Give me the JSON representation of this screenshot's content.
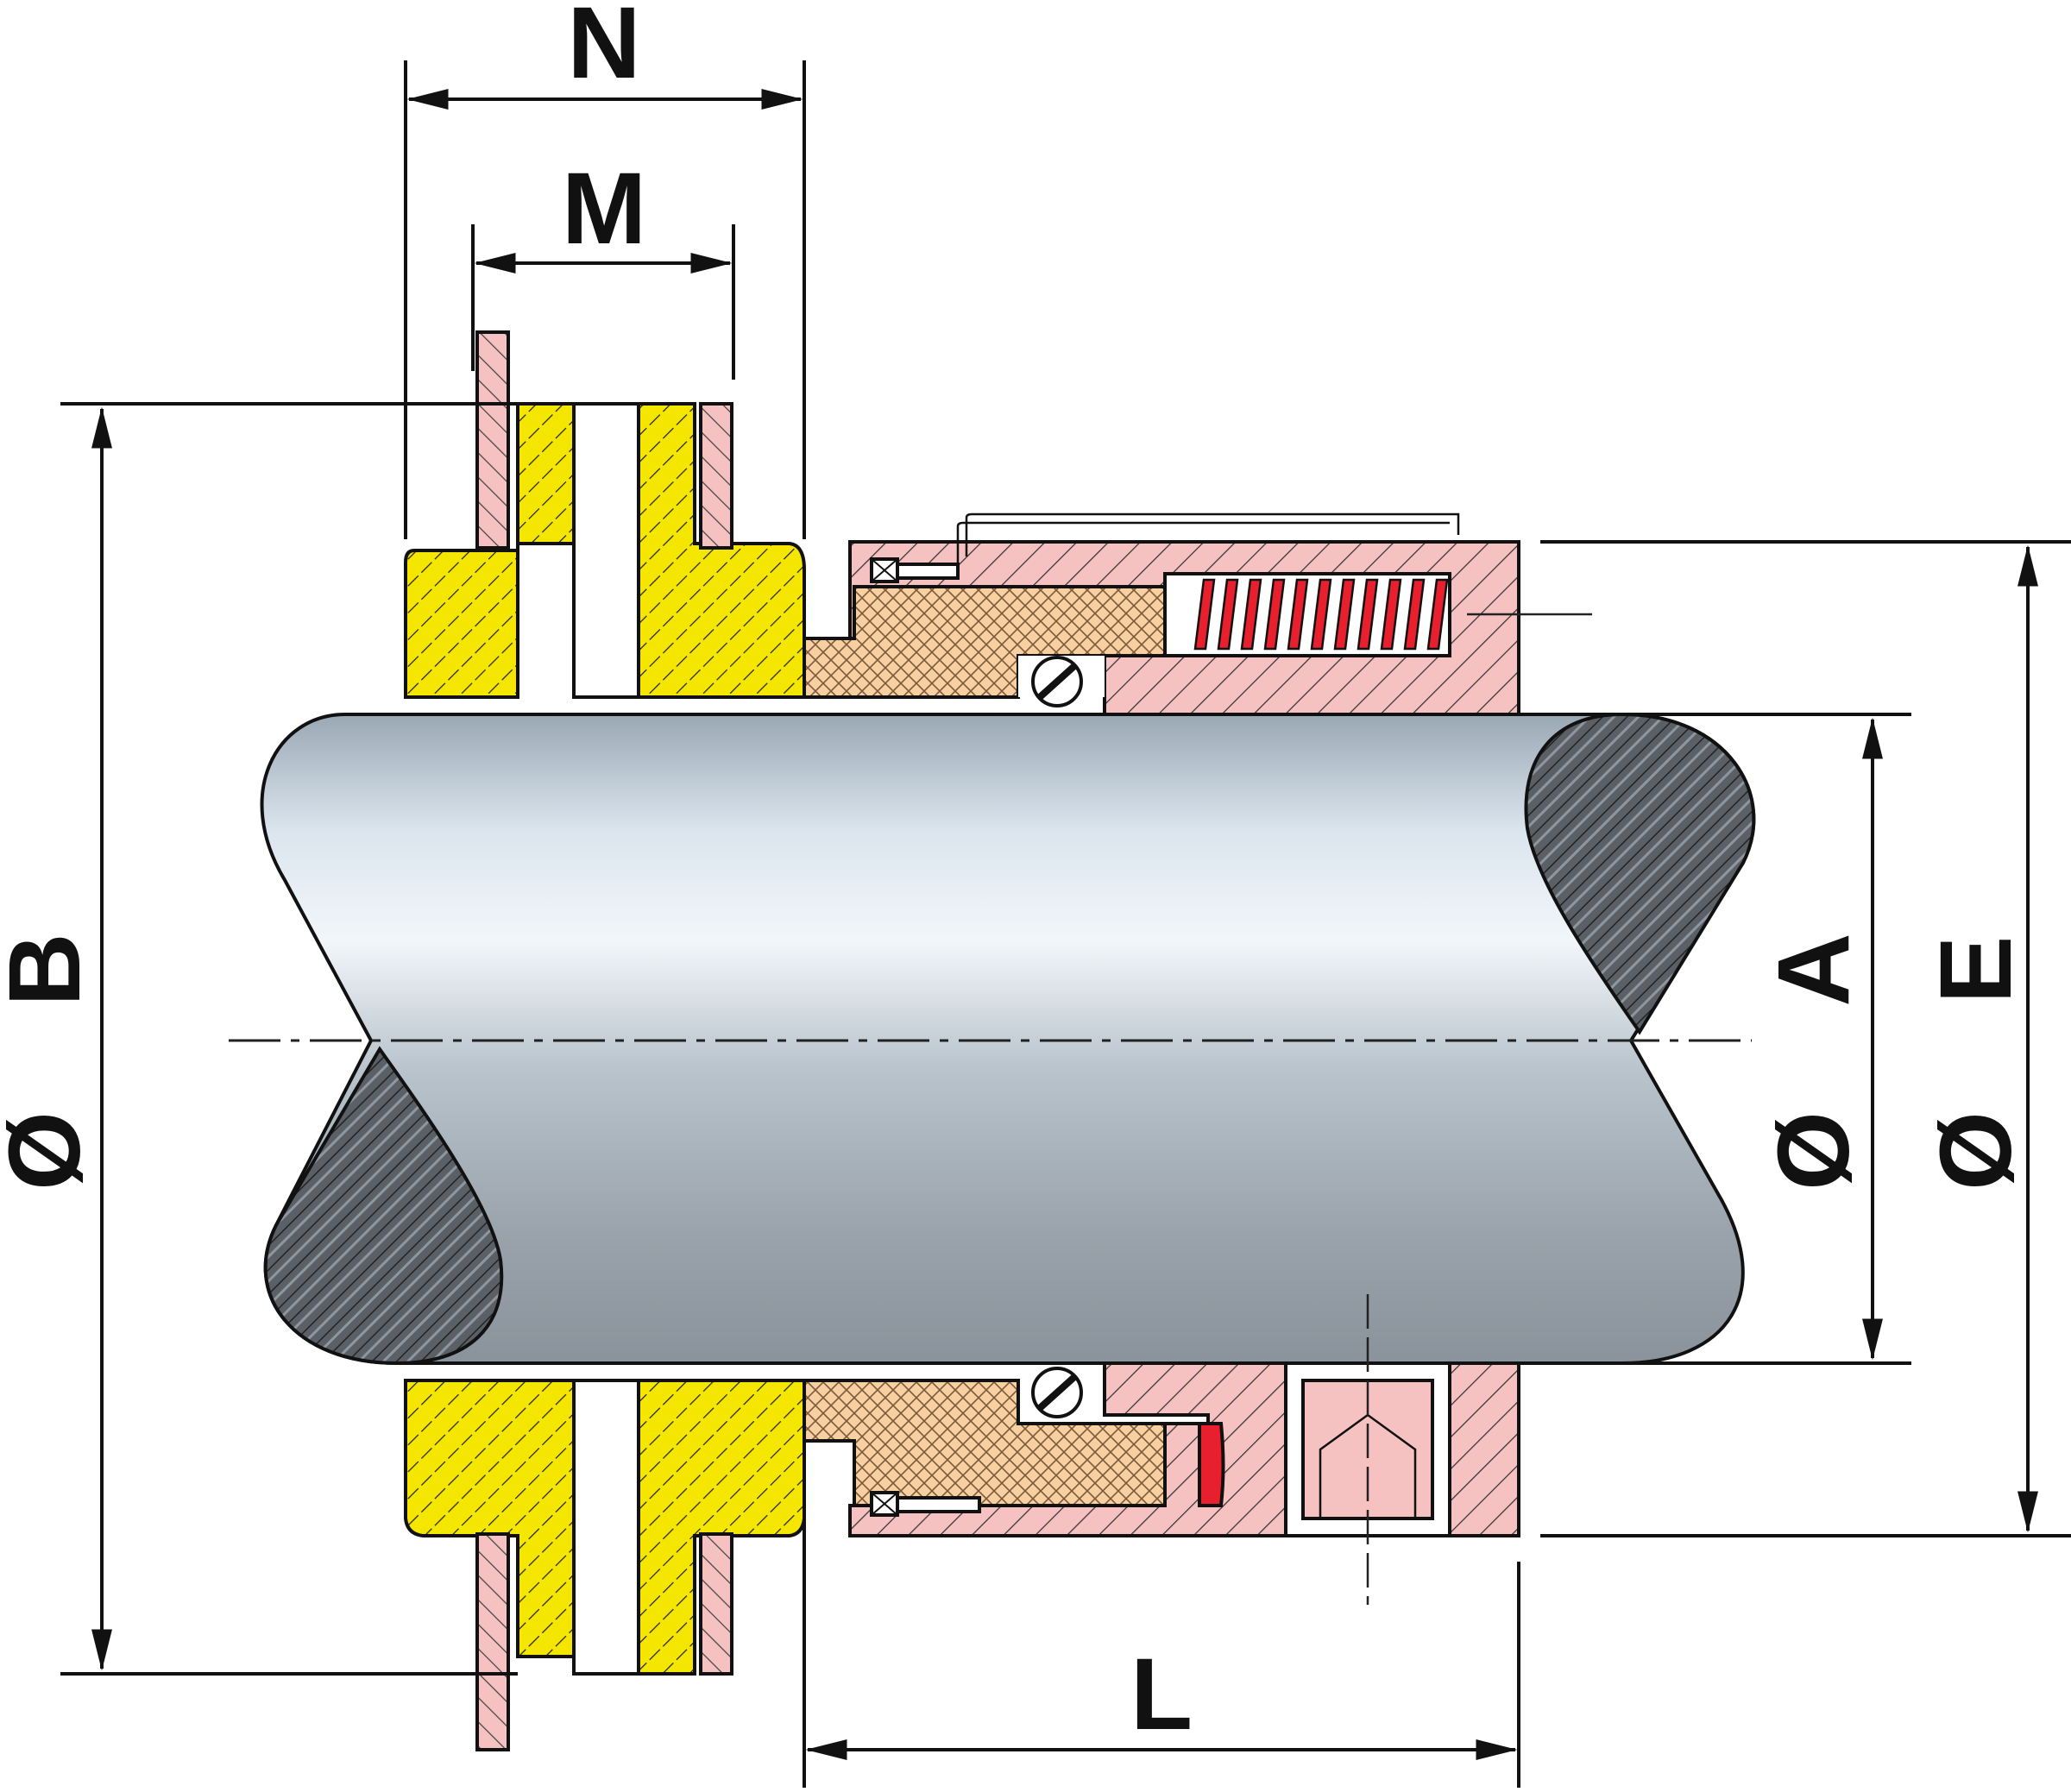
{
  "dimensions": {
    "N": "N",
    "M": "M",
    "L": "L",
    "B": "B",
    "A": "A",
    "E": "E",
    "diameter_symbol": "Ø"
  },
  "colors": {
    "gland": "#f5e600",
    "gasket": "#f4b6b6",
    "seat": "#f7cfa0",
    "housing": "#f6c1c1",
    "spring": "#e8202e",
    "shaft_light": "#e7eef6",
    "shaft_dark": "#8e979f",
    "shaft_cut": "#5b6067",
    "outline": "#111111"
  },
  "icons": {
    "shaft": "shaft-section-icon",
    "spring": "spring-icon",
    "set_screw": "set-screw-icon"
  }
}
